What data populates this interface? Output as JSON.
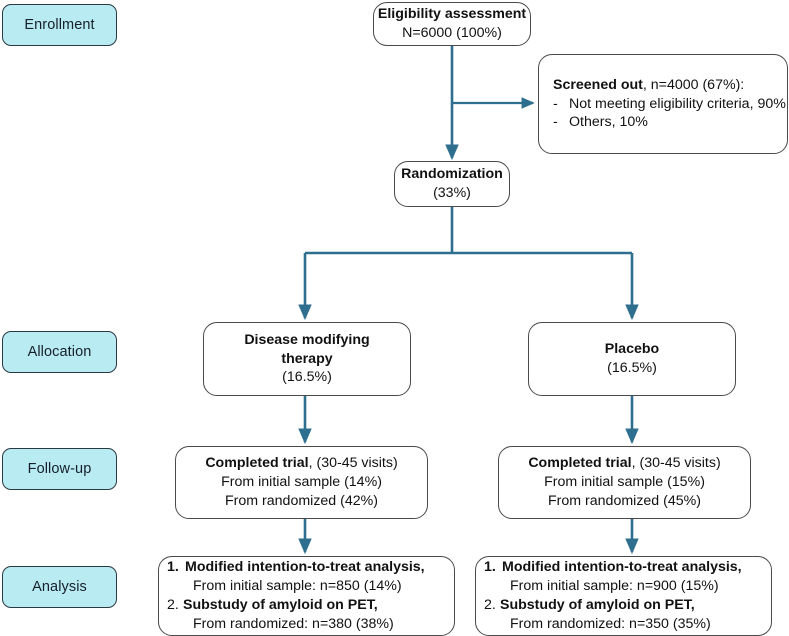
{
  "diagram": {
    "title": "CONSORT participant flow diagram",
    "accent_line_color": "#2e6e8e",
    "stage_label_fill": "#b9ebf3",
    "node_border_color": "#4a4a4a"
  },
  "stages": [
    {
      "id": "enrollment",
      "label": "Enrollment"
    },
    {
      "id": "allocation",
      "label": "Allocation"
    },
    {
      "id": "followup",
      "label": "Follow-up"
    },
    {
      "id": "analysis",
      "label": "Analysis"
    }
  ],
  "nodes": {
    "eligibility": {
      "title": "Eligibility assessment",
      "line2": "N=6000 (100%)"
    },
    "screened_out": {
      "title": "Screened out",
      "title_suffix": ", n=4000 (67%):",
      "dash": "-",
      "reasons": [
        "Not meeting eligibility criteria, 90%",
        "Others, 10%"
      ]
    },
    "randomization": {
      "title": "Randomization",
      "line2": "(33%)"
    },
    "dmt": {
      "title_line1": "Disease modifying",
      "title_line2": "therapy",
      "line3": "(16.5%)"
    },
    "placebo": {
      "title": "Placebo",
      "line2": "(16.5%)"
    },
    "followup_left": {
      "title": "Completed trial",
      "title_suffix": ", (30-45 visits)",
      "line2": "From initial sample (14%)",
      "line3": "From randomized (42%)"
    },
    "followup_right": {
      "title": "Completed trial",
      "title_suffix": ", (30-45 visits)",
      "line2": "From initial sample (15%)",
      "line3": "From randomized (45%)"
    },
    "analysis_left": {
      "item1_num": "1.",
      "item1_title": "Modified intention-to-treat analysis,",
      "item1_detail": "From initial sample: n=850 (14%)",
      "item2_num": "2.",
      "item2_title": "Substudy of amyloid on PET,",
      "item2_detail": "From randomized: n=380  (38%)"
    },
    "analysis_right": {
      "item1_num": "1.",
      "item1_title": "Modified intention-to-treat analysis,",
      "item1_detail": "From initial sample: n=900 (15%)",
      "item2_num": "2.",
      "item2_title": "Substudy of amyloid on PET,",
      "item2_detail": "From randomized: n=350  (35%)"
    }
  },
  "chart_data": {
    "type": "diagram",
    "title": "CONSORT flow diagram",
    "flow": [
      {
        "from": "eligibility",
        "to": "randomization",
        "kind": "vertical-arrow"
      },
      {
        "from": "eligibility",
        "to": "screened_out",
        "kind": "branch-right-arrow"
      },
      {
        "from": "randomization",
        "to": "dmt",
        "kind": "split-arrow"
      },
      {
        "from": "randomization",
        "to": "placebo",
        "kind": "split-arrow"
      },
      {
        "from": "dmt",
        "to": "followup_left",
        "kind": "vertical-arrow"
      },
      {
        "from": "placebo",
        "to": "followup_right",
        "kind": "vertical-arrow"
      },
      {
        "from": "followup_left",
        "to": "analysis_left",
        "kind": "vertical-arrow"
      },
      {
        "from": "followup_right",
        "to": "analysis_right",
        "kind": "vertical-arrow"
      }
    ],
    "counts": {
      "assessed": 6000,
      "assessed_pct": 100,
      "screened_out": 4000,
      "screened_out_pct": 67,
      "randomized_pct": 33,
      "dmt_pct": 16.5,
      "placebo_pct": 16.5,
      "dmt_completed_initial_pct": 14,
      "dmt_completed_randomized_pct": 42,
      "placebo_completed_initial_pct": 15,
      "placebo_completed_randomized_pct": 45,
      "dmt_mitt_n": 850,
      "dmt_mitt_pct": 14,
      "dmt_pet_n": 380,
      "dmt_pet_pct": 38,
      "placebo_mitt_n": 900,
      "placebo_mitt_pct": 15,
      "placebo_pet_n": 350,
      "placebo_pet_pct": 35
    }
  }
}
